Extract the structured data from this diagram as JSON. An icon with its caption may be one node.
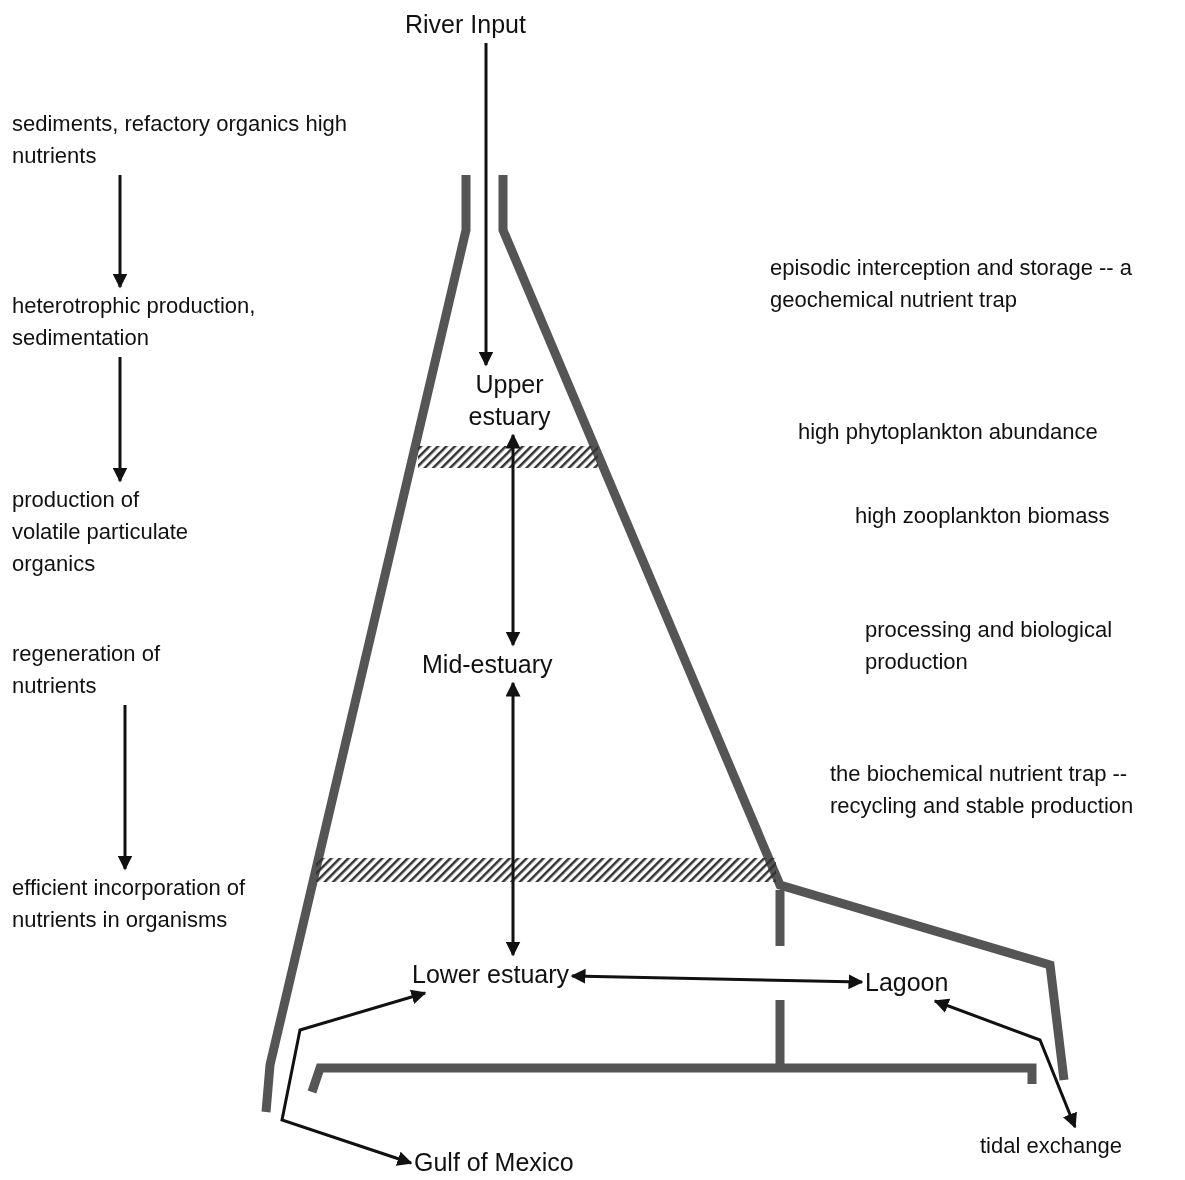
{
  "diagram": {
    "nodes": [
      {
        "text": [
          "River Input"
        ]
      },
      {
        "text": [
          "Upper estuary"
        ]
      },
      {
        "text": [
          "Mid-estuary"
        ]
      },
      {
        "text": [
          "Lower estuary"
        ]
      },
      {
        "text": [
          "Lagoon"
        ]
      },
      {
        "text": [
          "Gulf of Mexico"
        ]
      },
      {
        "text": [
          "sediments, refactory organics high nutrients"
        ]
      },
      {
        "text": [
          "heterotrophic production, sedimentation"
        ]
      },
      {
        "text": [
          "production of volatile particulate organics"
        ]
      },
      {
        "text": [
          "regeneration of nutrients"
        ]
      },
      {
        "text": [
          "efficient incorporation of nutrients in organisms"
        ]
      },
      {
        "text": [
          "tidal exchange"
        ]
      }
    ],
    "edges": [
      {
        "from": 0,
        "to": 1,
        "arrow": "to"
      },
      {
        "from": 1,
        "to": 2,
        "arrow": "both"
      },
      {
        "from": 2,
        "to": 3,
        "arrow": "both"
      },
      {
        "from": 3,
        "to": 4,
        "arrow": "both"
      },
      {
        "from": 3,
        "to": 5,
        "arrow": "both"
      },
      {
        "from": 4,
        "to": 11,
        "arrow": "both"
      },
      {
        "from": 6,
        "to": 7,
        "arrow": "to"
      },
      {
        "from": 7,
        "to": 8,
        "arrow": "to"
      },
      {
        "from": 9,
        "to": 10,
        "arrow": "to"
      }
    ],
    "labels": [
      "episodic interception and storage -- a geochemical nutrient trap",
      "high phytoplankton abundance",
      "high zooplankton biomass",
      "processing and biological production",
      "the biochemical nutrient trap -- recycling and stable production"
    ]
  }
}
